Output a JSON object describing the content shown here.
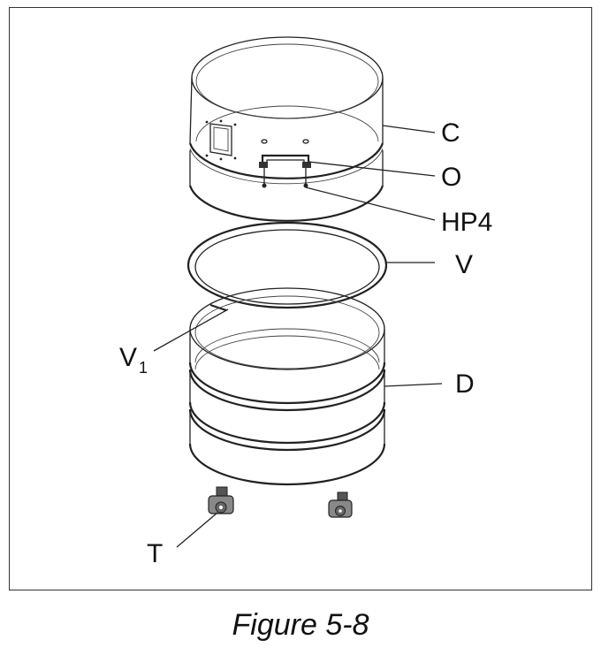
{
  "labels": {
    "c": "C",
    "o": "O",
    "hp4": "HP4",
    "v": "V",
    "v1_main": "V",
    "v1_sub": "1",
    "d": "D",
    "t": "T"
  },
  "caption": "Figure 5-8"
}
